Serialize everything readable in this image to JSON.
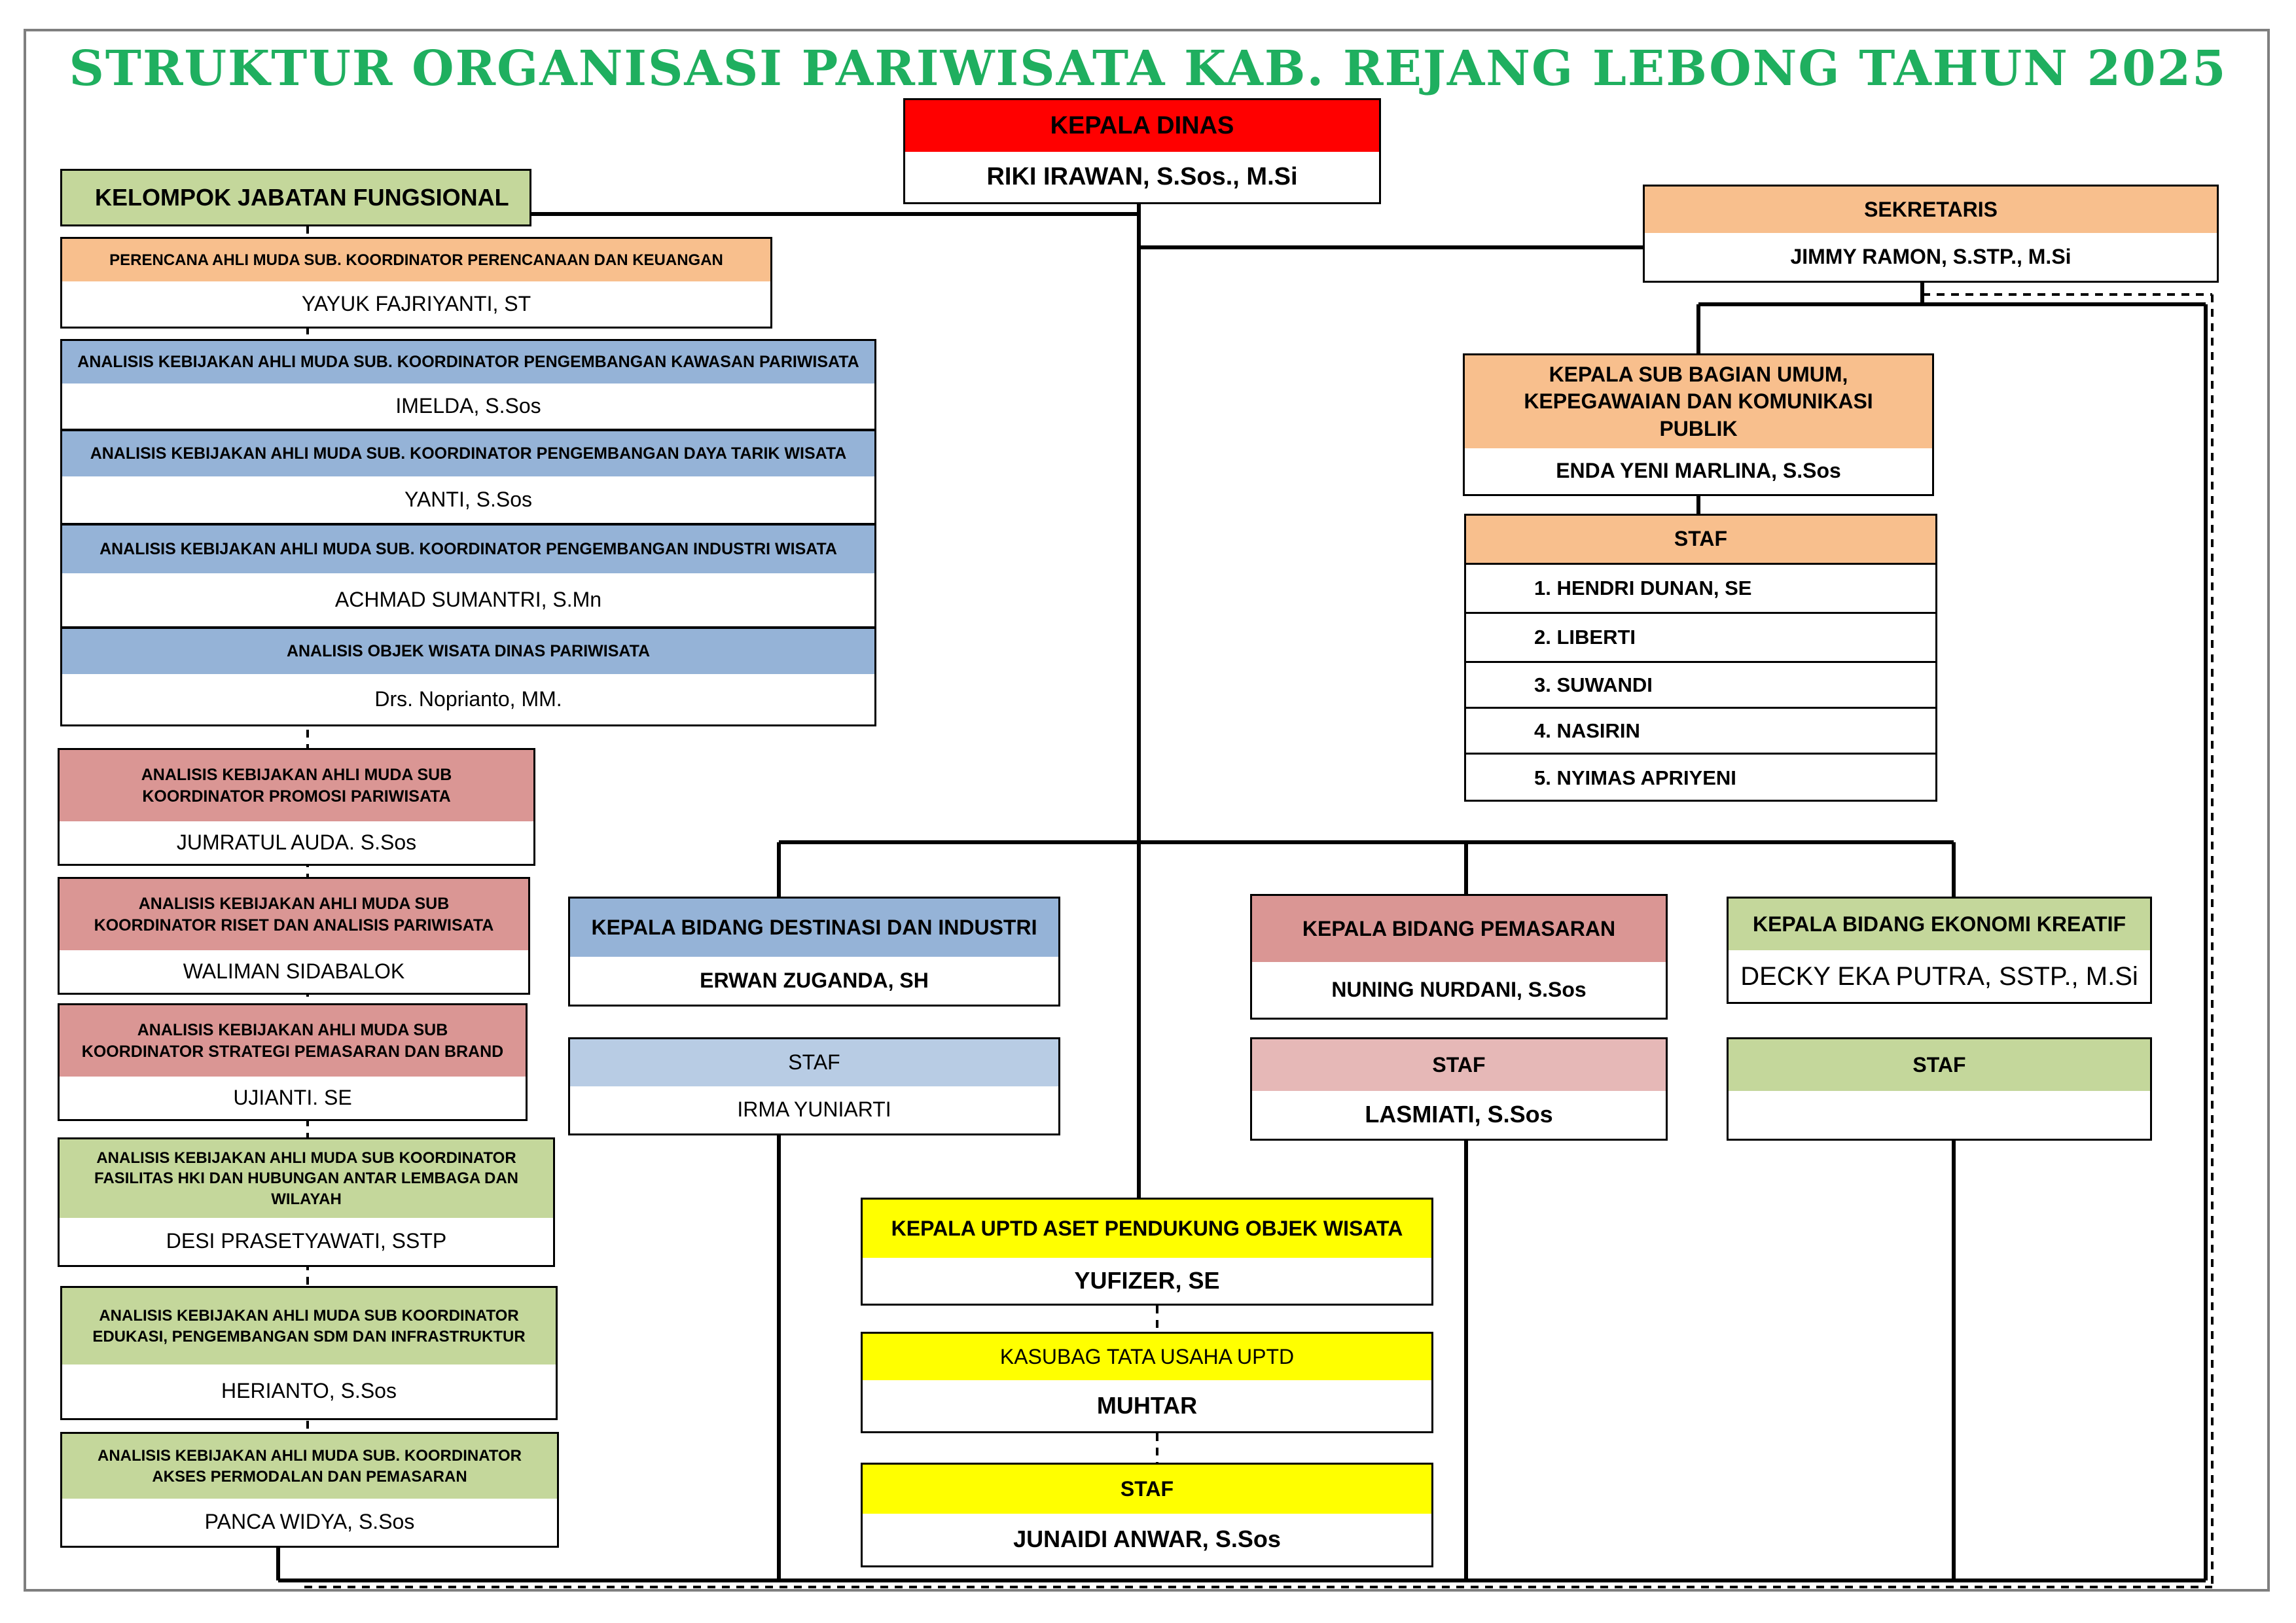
{
  "title": "STRUKTUR ORGANISASI PARIWISATA KAB. REJANG LEBONG TAHUN 2025",
  "colors": {
    "title": "#1faf5f",
    "kepala_dinas": "#ff0000",
    "orange": "#f8bf8d",
    "blue": "#95b3d7",
    "light_blue": "#b8cce4",
    "rose": "#da9694",
    "light_rose": "#e6b8b7",
    "green": "#c4d79b",
    "yellow": "#ffff00"
  },
  "kepala_dinas": {
    "title": "KEPALA DINAS",
    "name": "RIKI IRAWAN, S.Sos., M.Si"
  },
  "sekretaris": {
    "title": "SEKRETARIS",
    "name": "JIMMY RAMON, S.STP., M.Si"
  },
  "subbag": {
    "title": "KEPALA SUB BAGIAN UMUM, KEPEGAWAIAN DAN KOMUNIKASI PUBLIK",
    "name": "ENDA YENI MARLINA, S.Sos",
    "staf_title": "STAF",
    "staf": [
      "1.  HENDRI DUNAN, SE",
      "2.  LIBERTI",
      "3. SUWANDI",
      "4. NASIRIN",
      "5. NYIMAS APRIYENI"
    ]
  },
  "fungsional": {
    "heading": "KELOMPOK  JABATAN FUNGSIONAL",
    "items": [
      {
        "title": "PERENCANA AHLI MUDA SUB. KOORDINATOR PERENCANAAN DAN KEUANGAN",
        "name": "YAYUK FAJRIYANTI, ST"
      },
      {
        "title": "ANALISIS KEBIJAKAN AHLI MUDA SUB. KOORDINATOR PENGEMBANGAN KAWASAN PARIWISATA",
        "name": "IMELDA, S.Sos"
      },
      {
        "title": "ANALISIS KEBIJAKAN AHLI MUDA SUB. KOORDINATOR PENGEMBANGAN DAYA TARIK WISATA",
        "name": "YANTI, S.Sos"
      },
      {
        "title": "ANALISIS KEBIJAKAN AHLI MUDA SUB. KOORDINATOR PENGEMBANGAN INDUSTRI  WISATA",
        "name": "ACHMAD SUMANTRI, S.Mn"
      },
      {
        "title": "ANALISIS OBJEK WISATA DINAS PARIWISATA",
        "name": "Drs. Noprianto, MM."
      },
      {
        "title": "ANALISIS KEBIJAKAN AHLI MUDA SUB KOORDINATOR PROMOSI PARIWISATA",
        "name": "JUMRATUL AUDA. S.Sos"
      },
      {
        "title": "ANALISIS KEBIJAKAN AHLI MUDA  SUB KOORDINATOR RISET DAN ANALISIS PARIWISATA",
        "name": "WALIMAN SIDABALOK"
      },
      {
        "title": "ANALISIS KEBIJAKAN AHLI MUDA  SUB KOORDINATOR STRATEGI PEMASARAN DAN BRAND",
        "name": "UJIANTI. SE"
      },
      {
        "title": "ANALISIS KEBIJAKAN AHLI MUDA  SUB KOORDINATOR FASILITAS HKI DAN HUBUNGAN ANTAR LEMBAGA DAN WILAYAH",
        "name": "DESI PRASETYAWATI, SSTP"
      },
      {
        "title": "ANALISIS KEBIJAKAN AHLI MUDA  SUB KOORDINATOR EDUKASI, PENGEMBANGAN SDM  DAN INFRASTRUKTUR",
        "name": "HERIANTO, S.Sos"
      },
      {
        "title": "ANALISIS KEBIJAKAN AHLI MUDA SUB. KOORDINATOR AKSES PERMODALAN DAN PEMASARAN",
        "name": "PANCA WIDYA, S.Sos"
      }
    ]
  },
  "destinasi": {
    "title": "KEPALA BIDANG DESTINASI DAN INDUSTRI",
    "name": "ERWAN ZUGANDA, SH",
    "staf_title": "STAF",
    "staf": "IRMA YUNIARTI"
  },
  "pemasaran": {
    "title": "KEPALA BIDANG PEMASARAN",
    "name": "NUNING NURDANI, S.Sos",
    "staf_title": "STAF",
    "staf": "LASMIATI, S.Sos"
  },
  "ekraf": {
    "title": "KEPALA BIDANG EKONOMI KREATIF",
    "name": "DECKY EKA PUTRA, SSTP., M.Si",
    "staf_title": "STAF",
    "staf": ""
  },
  "uptd": {
    "title": "KEPALA UPTD ASET PENDUKUNG OBJEK WISATA",
    "name": "YUFIZER, SE",
    "kasubag_title": "KASUBAG TATA USAHA UPTD",
    "kasubag_name": "MUHTAR",
    "staf_title": "STAF",
    "staf": "JUNAIDI  ANWAR, S.Sos"
  }
}
